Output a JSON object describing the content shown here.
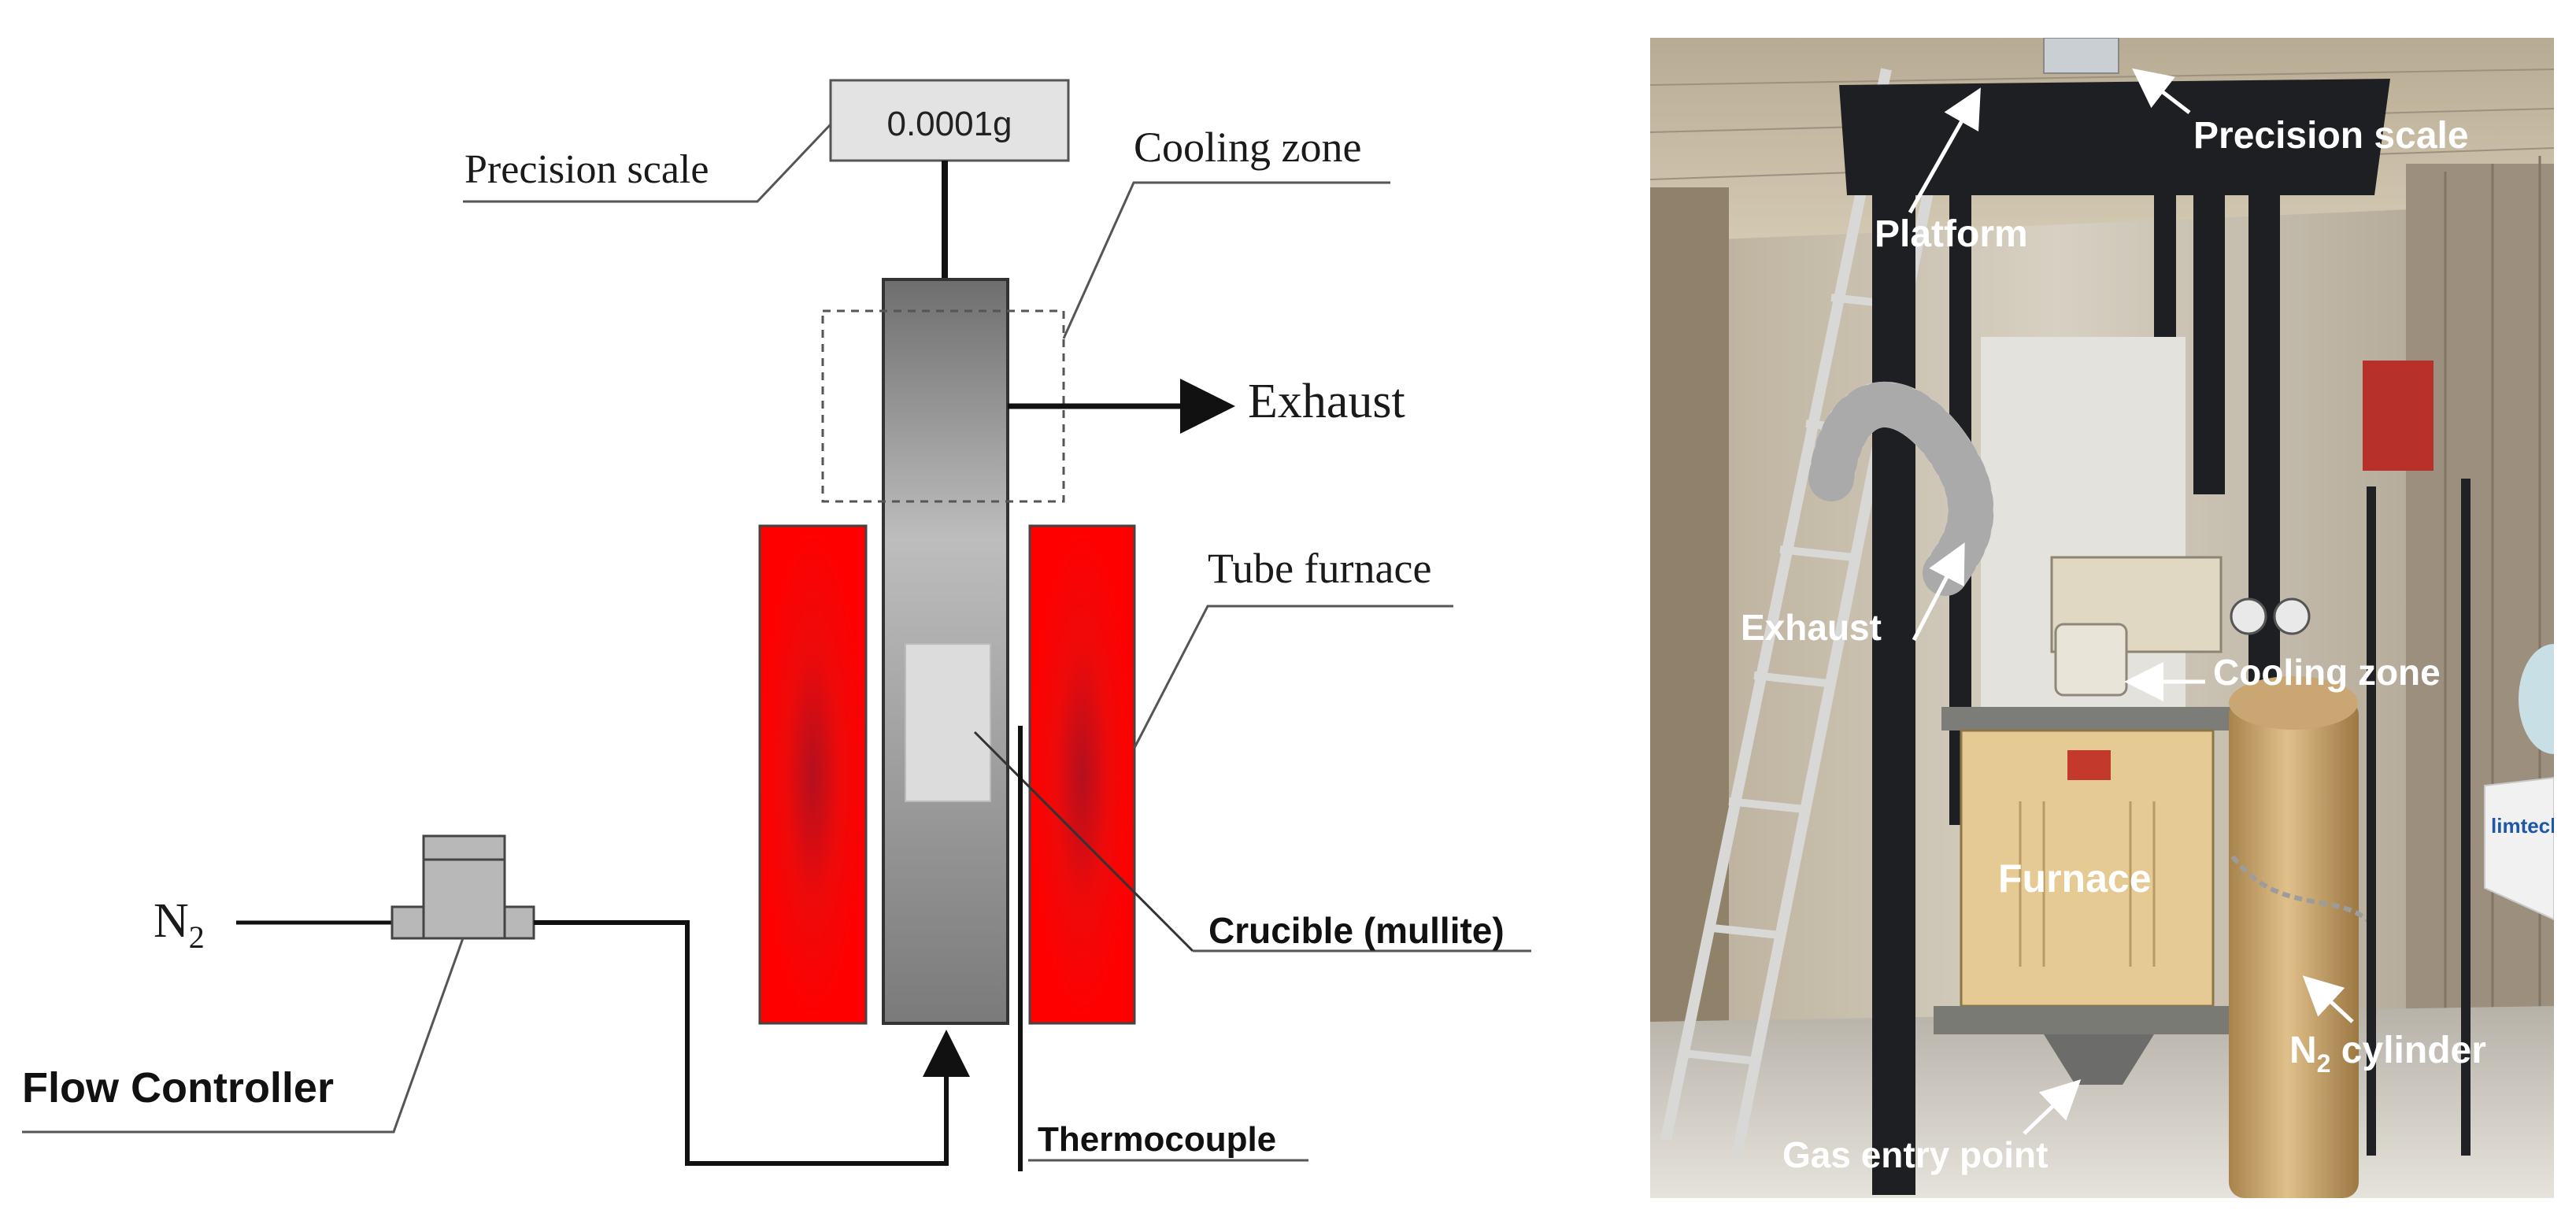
{
  "schematic": {
    "scale_readout": "0.0001g",
    "labels": {
      "precision_scale": "Precision scale",
      "cooling_zone": "Cooling zone",
      "exhaust": "Exhaust",
      "tube_furnace": "Tube furnace",
      "crucible": "Crucible (mullite)",
      "n2": "N",
      "n2_sub": "2",
      "flow_controller": "Flow Controller",
      "thermocouple": "Thermocouple"
    },
    "colors": {
      "heater": "#ff0000",
      "heater_core": "#c8101c",
      "tube": "#8f8f8f",
      "crucible": "#dcdcdc",
      "controller": "#b8b8b8"
    }
  },
  "photo": {
    "labels": {
      "precision_scale": "Precision scale",
      "platform": "Platform",
      "exhaust": "Exhaust",
      "cooling_zone": "Cooling zone",
      "furnace": "Furnace",
      "n2": "N",
      "n2_sub": "2",
      "n2_cylinder": " cylinder",
      "gas_entry_point": "Gas entry point",
      "limtech_sign": "limtech"
    }
  }
}
